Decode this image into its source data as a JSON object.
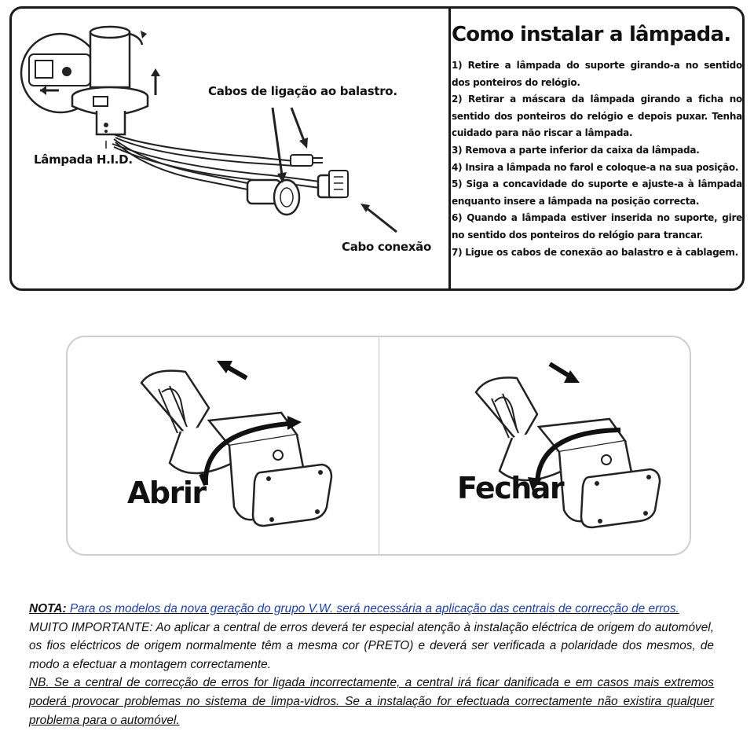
{
  "diagram": {
    "label_cabos_ligacao": "Cabos de ligação ao balastro.",
    "label_lampada_hid": "Lâmpada H.I.D.",
    "label_cabo_conexao": "Cabo conexão"
  },
  "instructions": {
    "title": "Como instalar a lâmpada.",
    "steps": [
      "1) Retire a lâmpada do suporte girando-a no sentido dos ponteiros do relógio.",
      "2) Retirar a máscara da lâmpada girando a ficha no sentido dos ponteiros do relógio e depois puxar. Tenha cuidado para não riscar a lâmpada.",
      "3) Remova a parte inferior da caixa da lâmpada.",
      "4) Insira a lâmpada no farol e coloque-a na sua posição.",
      "5) Siga a concavidade do suporte e ajuste-a à lâmpada enquanto insere a lâmpada na posição correcta.",
      "6) Quando a lâmpada estiver inserida no suporte, gire no sentido dos ponteiros do relógio para trancar.",
      "7) Ligue os cabos de conexão ao balastro e à cablagem."
    ]
  },
  "actions": {
    "open_label": "Abrir",
    "close_label": "Fechar"
  },
  "notes": {
    "nota_label": "NOTA:",
    "nota_text": "Para os modelos da nova geração do grupo V.W. será necessária a aplicação das centrais de correcção de erros.",
    "important_text": "MUITO IMPORTANTE: Ao aplicar a central de erros deverá ter especial atenção à instalação eléctrica de origem do automóvel, os fios eléctricos de origem normalmente têm a mesma cor (PRETO) e deverá ser verificada a polaridade dos mesmos, de modo a efectuar a montagem correctamente.",
    "nb_text": "NB. Se a central de correcção de erros for ligada incorrectamente, a central irá ficar danificada e em casos mais extremos poderá provocar problemas no sistema de limpa-vidros. Se a instalação for efectuada correctamente não existira qualquer problema para o automóvel."
  }
}
